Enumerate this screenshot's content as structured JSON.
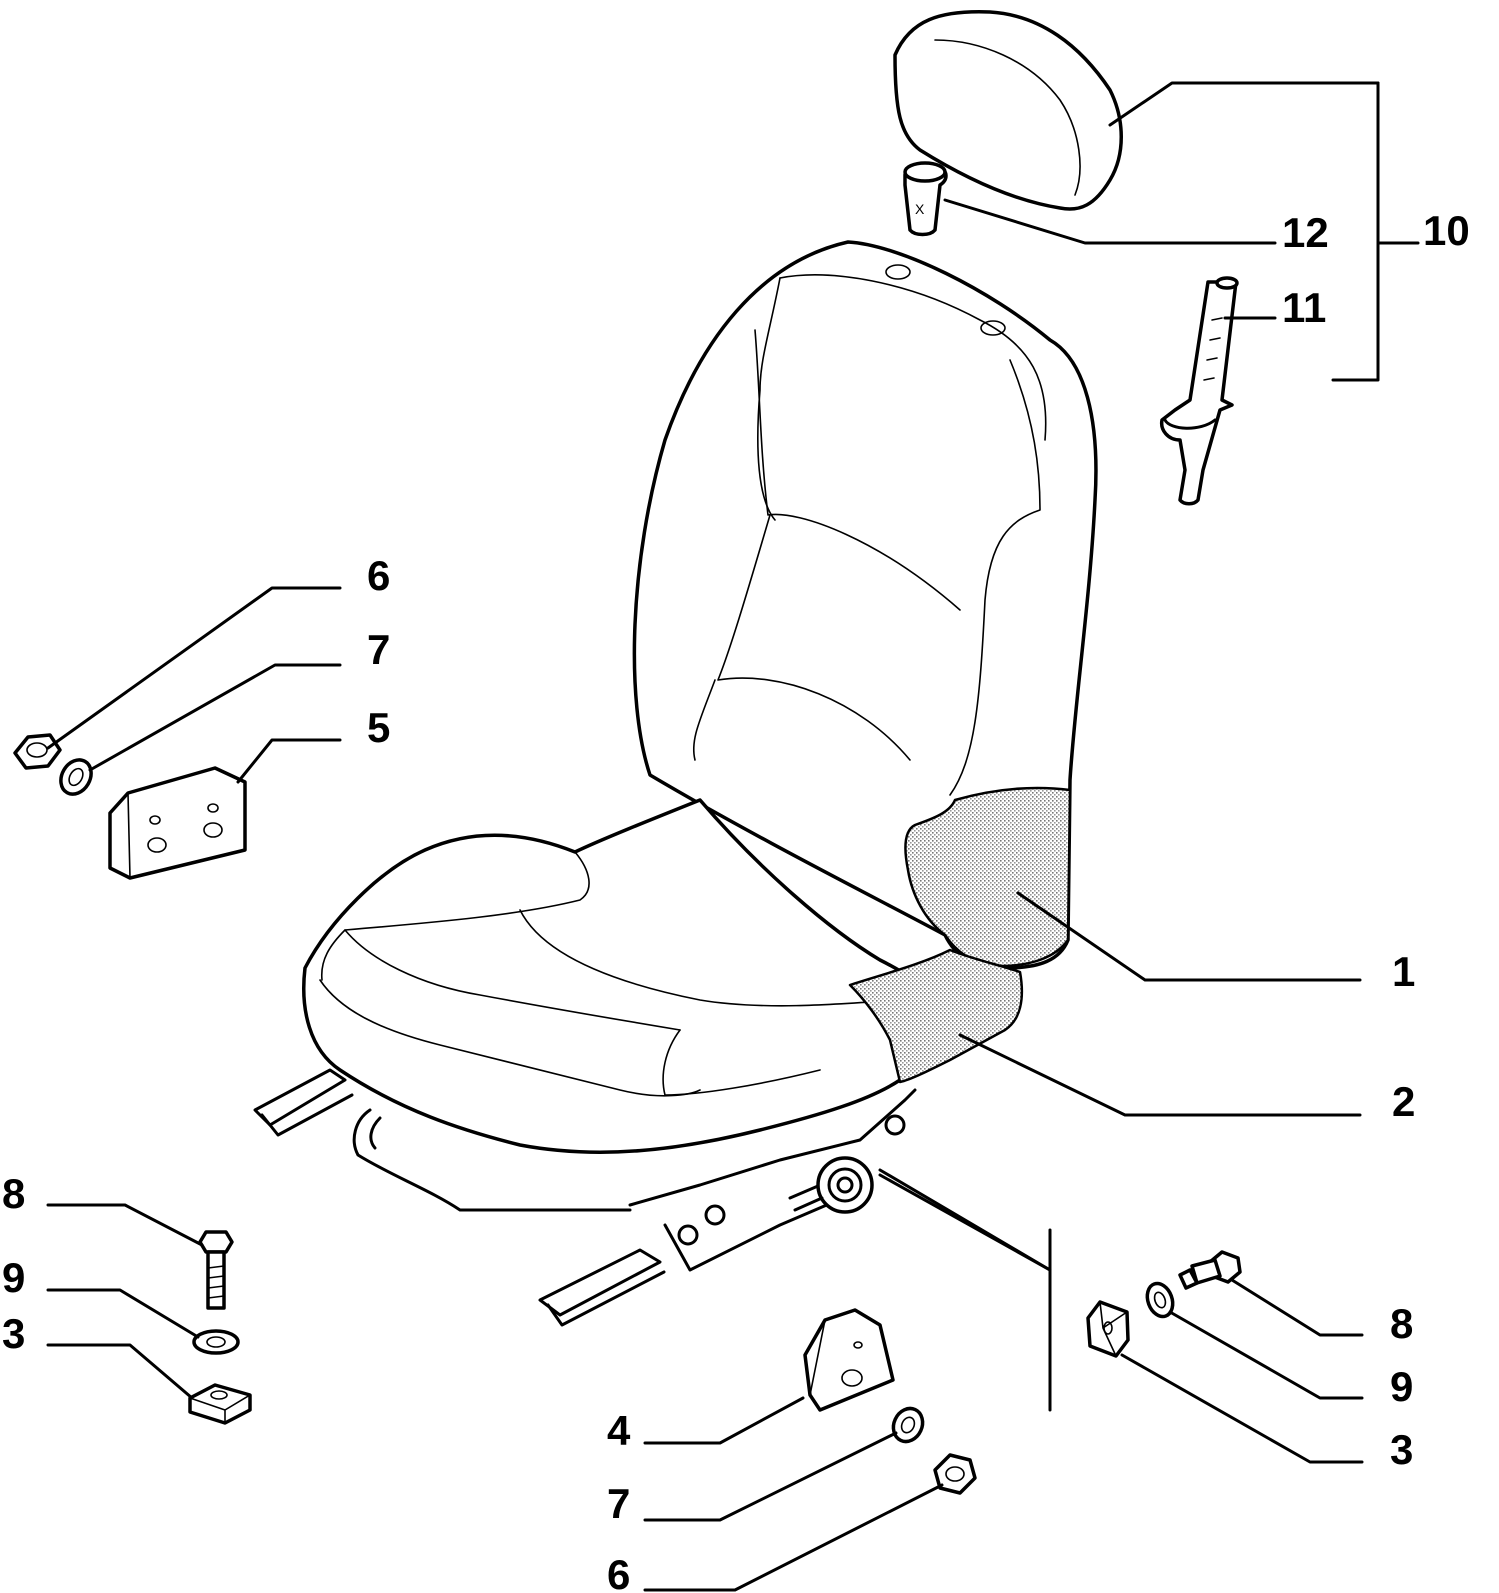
{
  "callouts": {
    "c1": "1",
    "c2": "2",
    "c3_left": "3",
    "c3_right": "3",
    "c4": "4",
    "c5": "5",
    "c6_top": "6",
    "c6_bottom": "6",
    "c7_top": "7",
    "c7_bottom": "7",
    "c8_left": "8",
    "c8_right": "8",
    "c9_left": "9",
    "c9_right": "9",
    "c10": "10",
    "c11": "11",
    "c12": "12"
  },
  "marks": {
    "guide_x": "X"
  }
}
